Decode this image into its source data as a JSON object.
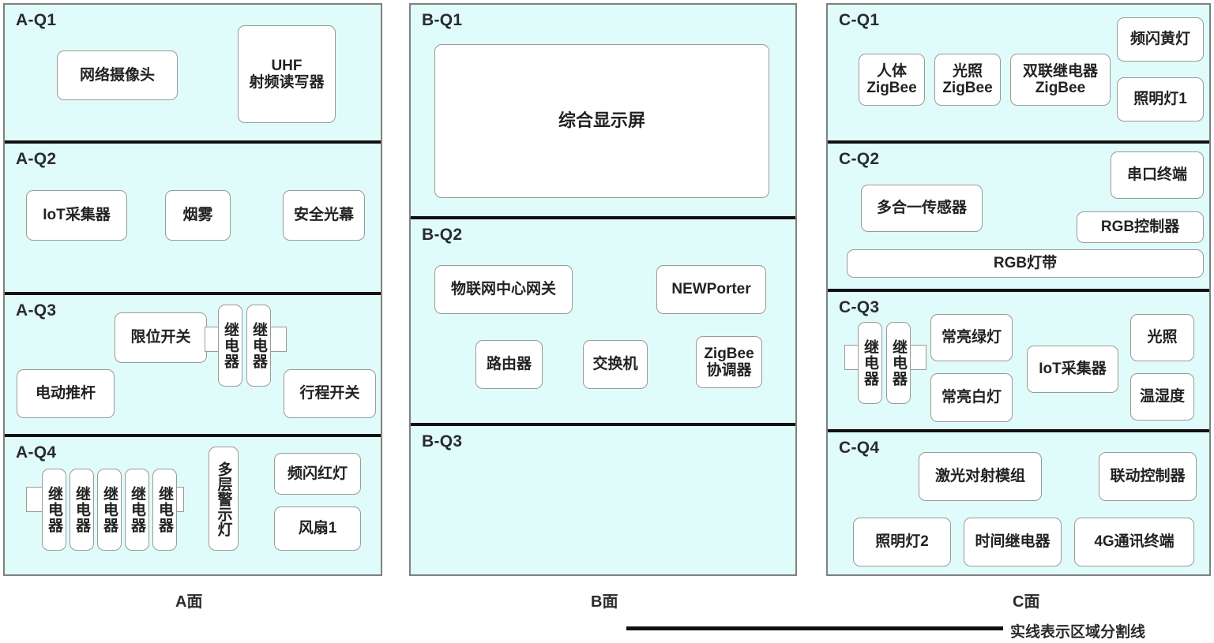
{
  "columns": [
    {
      "id": "A",
      "face_label": "A面",
      "zones": [
        {
          "label": "A-Q1",
          "devices": [
            {
              "name": "网络摄像头"
            },
            {
              "name": "UHF\n射频读写器"
            }
          ]
        },
        {
          "label": "A-Q2",
          "devices": [
            {
              "name": "IoT采集器"
            },
            {
              "name": "烟雾"
            },
            {
              "name": "安全光幕"
            }
          ]
        },
        {
          "label": "A-Q3",
          "devices": [
            {
              "name": "限位开关"
            },
            {
              "name": "继电器"
            },
            {
              "name": "继电器"
            },
            {
              "name": "电动推杆"
            },
            {
              "name": "行程开关"
            }
          ]
        },
        {
          "label": "A-Q4",
          "devices": [
            {
              "name": "继电器"
            },
            {
              "name": "继电器"
            },
            {
              "name": "继电器"
            },
            {
              "name": "继电器"
            },
            {
              "name": "继电器"
            },
            {
              "name": "多层警示灯"
            },
            {
              "name": "频闪红灯"
            },
            {
              "name": "风扇1"
            }
          ]
        }
      ]
    },
    {
      "id": "B",
      "face_label": "B面",
      "zones": [
        {
          "label": "B-Q1",
          "devices": [
            {
              "name": "综合显示屏"
            }
          ]
        },
        {
          "label": "B-Q2",
          "devices": [
            {
              "name": "物联网中心网关"
            },
            {
              "name": "NEWPorter"
            },
            {
              "name": "路由器"
            },
            {
              "name": "交换机"
            },
            {
              "name": "ZigBee\n协调器"
            }
          ]
        },
        {
          "label": "B-Q3",
          "devices": []
        }
      ]
    },
    {
      "id": "C",
      "face_label": "C面",
      "zones": [
        {
          "label": "C-Q1",
          "devices": [
            {
              "name": "人体\nZigBee"
            },
            {
              "name": "光照\nZigBee"
            },
            {
              "name": "双联继电器\nZigBee"
            },
            {
              "name": "频闪黄灯"
            },
            {
              "name": "照明灯1"
            }
          ]
        },
        {
          "label": "C-Q2",
          "devices": [
            {
              "name": "多合一传感器"
            },
            {
              "name": "串口终端"
            },
            {
              "name": "RGB控制器"
            },
            {
              "name": "RGB灯带"
            }
          ]
        },
        {
          "label": "C-Q3",
          "devices": [
            {
              "name": "继电器"
            },
            {
              "name": "继电器"
            },
            {
              "name": "常亮绿灯"
            },
            {
              "name": "常亮白灯"
            },
            {
              "name": "IoT采集器"
            },
            {
              "name": "光照"
            },
            {
              "name": "温湿度"
            }
          ]
        },
        {
          "label": "C-Q4",
          "devices": [
            {
              "name": "激光对射模组"
            },
            {
              "name": "联动控制器"
            },
            {
              "name": "照明灯2"
            },
            {
              "name": "时间继电器"
            },
            {
              "name": "4G通讯终端"
            }
          ]
        }
      ]
    }
  ],
  "legend": {
    "text": "实线表示区域分割线"
  },
  "colors": {
    "zone_background": "#dffbfa",
    "panel_border": "#808080",
    "divider": "#111111",
    "device_background": "#ffffff",
    "device_border": "#9a9a9a",
    "text": "#262626"
  }
}
